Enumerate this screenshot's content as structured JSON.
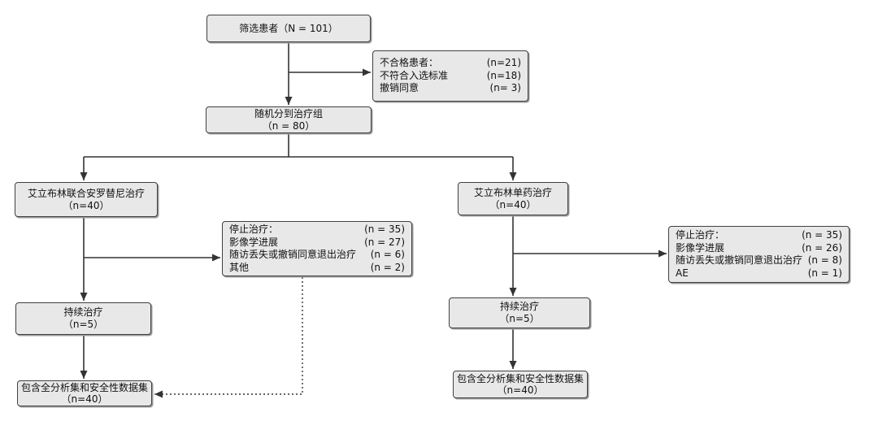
{
  "diagram": {
    "screen": {
      "text": "筛选患者（N = 101）"
    },
    "excluded": {
      "rows": [
        {
          "label": "不合格患者：",
          "value": "(n=21)"
        },
        {
          "label": "不符合入选标准",
          "value": "(n=18)"
        },
        {
          "label": "撤销同意",
          "value": "(n= 3)"
        }
      ]
    },
    "randomized": {
      "line1": "随机分到治疗组",
      "line2": "（n = 80）"
    },
    "combo_arm": {
      "line1": "艾立布林联合安罗替尼治疗",
      "line2": "（n=40）"
    },
    "mono_arm": {
      "line1": "艾立布林单药治疗",
      "line2": "（n=40）"
    },
    "combo_stop": {
      "rows": [
        {
          "label": "停止治疗：",
          "value": "(n = 35)"
        },
        {
          "label": "影像学进展",
          "value": "(n = 27)"
        },
        {
          "label": "随访丢失或撤销同意退出治疗",
          "value": "(n = 6)"
        },
        {
          "label": "其他",
          "value": "(n = 2)"
        }
      ]
    },
    "mono_stop": {
      "rows": [
        {
          "label": "停止治疗：",
          "value": "(n = 35)"
        },
        {
          "label": "影像学进展",
          "value": "(n = 26)"
        },
        {
          "label": "随访丢失或撤销同意退出治疗",
          "value": "(n = 8)"
        },
        {
          "label": "AE",
          "value": "(n = 1)"
        }
      ]
    },
    "combo_ongoing": {
      "line1": "持续治疗",
      "line2": "（n=5）"
    },
    "mono_ongoing": {
      "line1": "持续治疗",
      "line2": "（n=5）"
    },
    "combo_analysis": {
      "line1": "包含全分析集和安全性数据集",
      "line2": "（n=40）"
    },
    "mono_analysis": {
      "line1": "包含全分析集和安全性数据集",
      "line2": "（n=40）"
    }
  },
  "colors": {
    "box_fill": "#e8e8e8",
    "box_border": "#404040",
    "connector_line": "#333333",
    "background": "#ffffff"
  }
}
